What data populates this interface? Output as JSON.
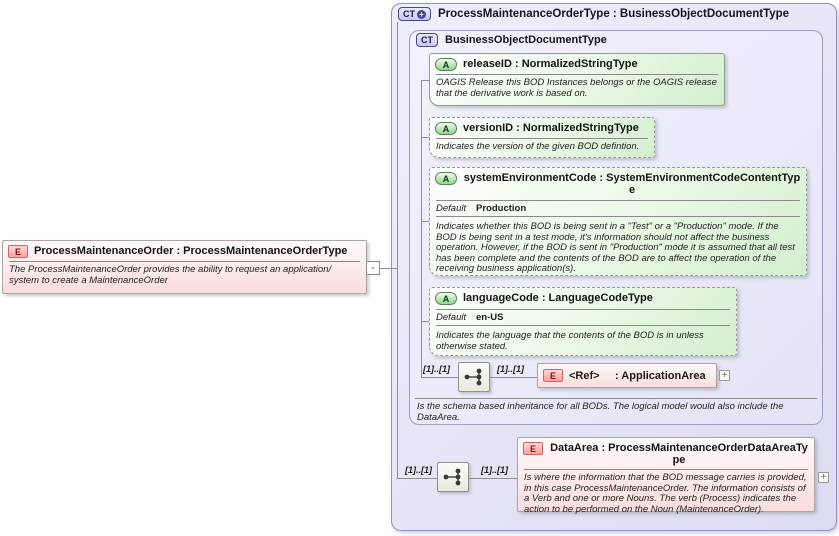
{
  "icons": {
    "element": "E",
    "attribute": "A",
    "complex_type": "CT",
    "plus": "+",
    "minus": "-"
  },
  "root_element": {
    "title": "ProcessMaintenanceOrder : ProcessMaintenanceOrderType",
    "annotation": "The ProcessMaintenanceOrder provides the ability to request an application/ system to create a MaintenanceOrder"
  },
  "complex_type": {
    "title": "ProcessMaintenanceOrderType : BusinessObjectDocumentType",
    "base": {
      "title": "BusinessObjectDocumentType",
      "annotation": "Is the schema based inheritance for all BODs. The logical model would also include the DataArea.",
      "attributes": [
        {
          "title": "releaseID : NormalizedStringType",
          "annotation": "OAGIS Release this BOD Instances belongs or the OAGIS release that the derivative work is based on."
        },
        {
          "title": "versionID : NormalizedStringType",
          "annotation": "Indicates the version of the given BOD defintion."
        },
        {
          "title": "systemEnvironmentCode : SystemEnvironmentCodeContentType",
          "default_label": "Default",
          "default_value": "Production",
          "annotation": "Indicates whether this BOD is being sent in a \"Test\" or a \"Production\" mode. If the BOD is being sent in a test mode, it's information should not affect the business operation. However, if the BOD is sent in \"Production\" mode it is assumed that all test has been complete and the contents of the BOD are to affect the operation of the receiving business application(s)."
        },
        {
          "title": "languageCode : LanguageCodeType",
          "default_label": "Default",
          "default_value": "en-US",
          "annotation": "Indicates the language that the contents of the BOD is in unless otherwise stated."
        }
      ],
      "sequence": {
        "left_cardinality": "[1]..[1]",
        "right_cardinality": "[1]..[1]"
      },
      "ref_element": {
        "name": "<Ref>",
        "type": ": ApplicationArea"
      }
    },
    "data_area": {
      "sequence": {
        "left_cardinality": "[1]..[1]",
        "right_cardinality": "[1]..[1]"
      },
      "title": "DataArea : ProcessMaintenanceOrderDataAreaType",
      "annotation": "Is where the information that the BOD message carries is provided, in this case ProcessMaintenanceOrder. The information consists of a Verb and one or more Nouns. The verb (Process) indicates the action to be performed on the Noun (MaintenanceOrder)."
    }
  },
  "colors": {
    "attribute_fill": "#d3efce",
    "element_fill": "#fadddd",
    "container_fill": "#dcdcf3",
    "line": "#8f8f8f"
  }
}
